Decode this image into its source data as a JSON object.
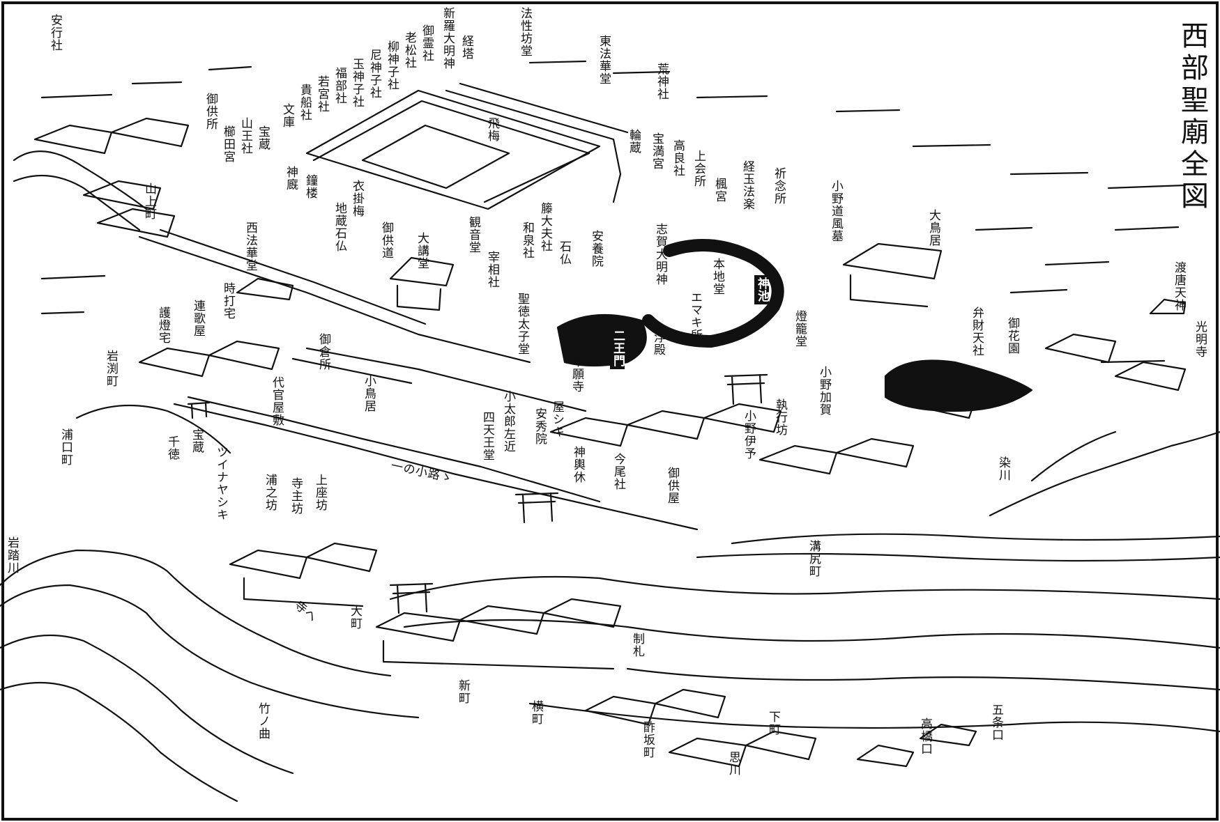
{
  "title": "西部聖廟全図",
  "colors": {
    "ink": "#111111",
    "paper": "#ffffff"
  },
  "places": {
    "anko_sha": "安行社",
    "hossho_bo_do": "法性坊堂",
    "kyoto": "経塔",
    "shinra_myojin": "新羅大明神",
    "gorei_sha": "御霊社",
    "oimatsu_sha": "老松社",
    "yanagi_jinja": "柳神子社",
    "ama_jinja": "尼神子社",
    "tama_jinja": "玉神子社",
    "fukube_sha": "福部社",
    "wakamiya_sha": "若宮社",
    "kifune_sha": "貴船社",
    "bunko": "文庫",
    "gokusho_top": "御供所",
    "takarazo_1": "宝蔵",
    "sanno_sha": "山王社",
    "kushida_gu": "櫛田宮",
    "yamakami_machi": "山上町",
    "shinkyu": "神廐",
    "shoro": "鐘楼",
    "koromo_kake_ume": "衣掛梅",
    "jizo_ishibotoke": "地蔵石仏",
    "tobiume": "飛梅",
    "higashi_hokke_do": "東法華堂",
    "ara_jinja": "荒神社",
    "rinzo": "輪蔵",
    "homan_gu": "宝満宮",
    "kora_sha": "高良社",
    "jokaisho": "上会所",
    "kaede_gu": "楓宮",
    "kyogyoku_horaku": "経玉法楽",
    "kinensho": "祈念所",
    "ono_michikaze_haka": "小野道風墓",
    "o_torii": "大鳥居",
    "toto_tenjin": "渡唐天神",
    "komyoji": "光明寺",
    "nishi_hokke_do": "西法華堂",
    "gokudo": "御供道",
    "daikodo": "大講堂",
    "kannon_do": "観音堂",
    "tenjin_dayu_sha": "籐大夫社",
    "izumi_sha": "和泉社",
    "ishibotoke": "石仏",
    "saisho_sha": "宰相社",
    "anyo_in": "安養院",
    "shiga_myojin": "志賀大明神",
    "honji_do": "本地堂",
    "emaki_sho": "エマキ所",
    "shinchi": "神池",
    "toro_do": "燈籠堂",
    "benzaiten_sha": "弁財天社",
    "ohanazono": "御花園",
    "tokiuchi_taku": "時打宅",
    "renga_ya": "連歌屋",
    "goto_taku": "護燈宅",
    "iwafuchi_machi": "岩渕町",
    "mikura_sho": "御倉所",
    "kotorii": "小鳥居",
    "shotoku_taishi_do": "聖徳太子堂",
    "nio_mon": "二王門",
    "ukidono": "浮殿",
    "honganji": "本願寺",
    "daikan_yashiki": "代官屋敷",
    "ono_kaga": "小野加賀",
    "shugyo_bo": "執行坊",
    "ono_iyo": "小野伊予",
    "some_kawa": "染川",
    "uraguchi_machi": "浦口町",
    "takarazo_2": "宝蔵",
    "sentoku": "千徳",
    "tsuinayashiki": "ツイナヤシキ",
    "uranobo": "浦之坊",
    "jishu_bo": "寺主坊",
    "jozabo": "上座坊",
    "yashiki": "屋シキ",
    "anshu_in": "安秀院",
    "kotaro_sakon": "小太郎左近",
    "shitenno_do": "四天王堂",
    "mikoshi_yasumi": "神輿休",
    "imao_sha": "今尾社",
    "gokuya": "御供屋",
    "mizojiri_machi": "溝尻町",
    "iwafumi_kawa": "岩踏川",
    "machi_road": "一の小路ゝ",
    "omachi": "大町",
    "seisatsu": "制札",
    "shinmachi": "新町",
    "yokomachi": "横町",
    "takenomagari": "竹ノ曲",
    "sakasaka_machi": "酢坂町",
    "shimomachi": "下町",
    "omoikawa": "思川",
    "takahashi_guchi": "高橋口",
    "gojo_guchi": "五条口",
    "tera_road": "寺ヘ"
  }
}
